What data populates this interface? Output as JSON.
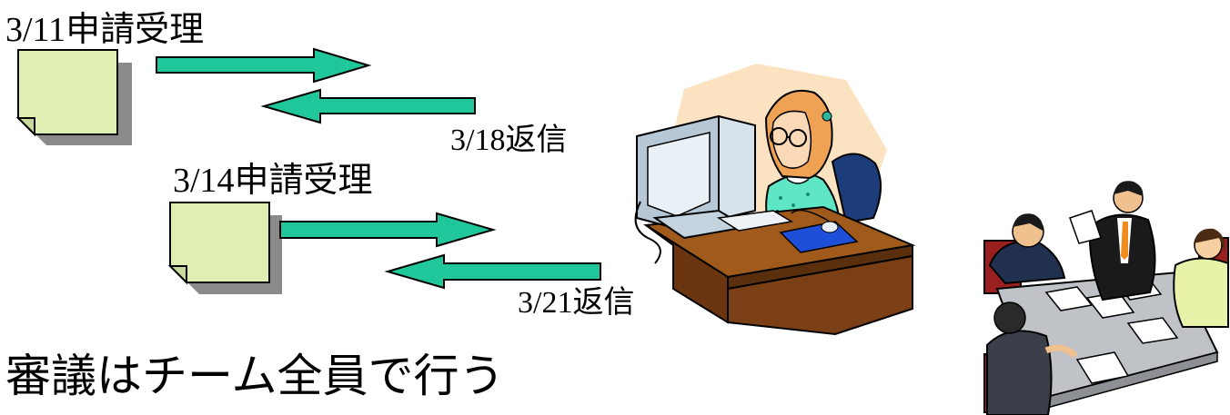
{
  "flow": [
    {
      "application_label": "3/11申請受理",
      "reply_label": "3/18返信"
    },
    {
      "application_label": "3/14申請受理",
      "reply_label": "3/21返信"
    }
  ],
  "caption": "審議はチーム全員で行う",
  "colors": {
    "note_fill": "#dfefb4",
    "note_shadow": "#8a8a8a",
    "arrow_fill": "#20c79a",
    "arrow_stroke": "#000000"
  },
  "icons": [
    "note-icon",
    "right-arrow-icon",
    "left-arrow-icon",
    "office-worker-clipart",
    "meeting-clipart"
  ]
}
